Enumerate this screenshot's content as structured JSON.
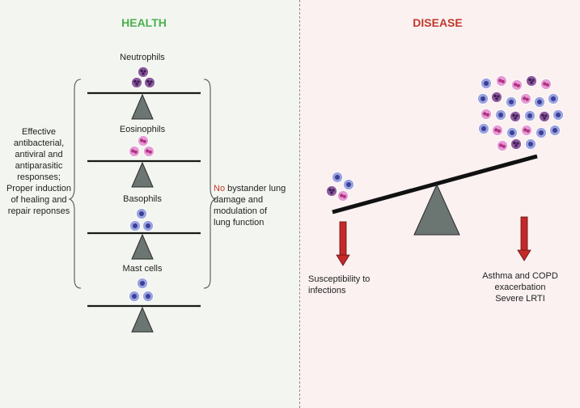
{
  "health": {
    "title": "HEALTH",
    "title_color": "#4caf50",
    "balances": [
      {
        "label": "Neutrophils",
        "cell_type": "neutrophil"
      },
      {
        "label": "Eosinophils",
        "cell_type": "eosinophil"
      },
      {
        "label": "Basophils",
        "cell_type": "basophil"
      },
      {
        "label": "Mast cells",
        "cell_type": "mast"
      }
    ],
    "left_text": [
      "Effective",
      "antibacterial,",
      "antiviral and",
      "antiparasitic",
      "responses;",
      "Proper induction",
      "of healing and",
      "repair reponses"
    ],
    "right_text_no": "No",
    "right_text_rest": [
      " bystander lung",
      "damage and",
      "modulation of",
      "lung function"
    ]
  },
  "disease": {
    "title": "DISEASE",
    "title_color": "#c0392b",
    "outcome_left": [
      "Susceptibility to",
      "infections"
    ],
    "outcome_right": [
      "Asthma and COPD",
      "exacerbation",
      "Severe LRTI"
    ]
  },
  "colors": {
    "fulcrum": "#6b7571",
    "arrow": "#c62828",
    "neutrophil_fill": "#8e5a9e",
    "neutrophil_nucleus": "#3d1f52",
    "eosinophil_fill": "#e49ad6",
    "eosinophil_nucleus": "#b0307e",
    "basophil_fill": "#9aa3e0",
    "basophil_nucleus": "#3b3f96",
    "mast_fill": "#9aa3e0",
    "mast_nucleus": "#3b3f96"
  }
}
